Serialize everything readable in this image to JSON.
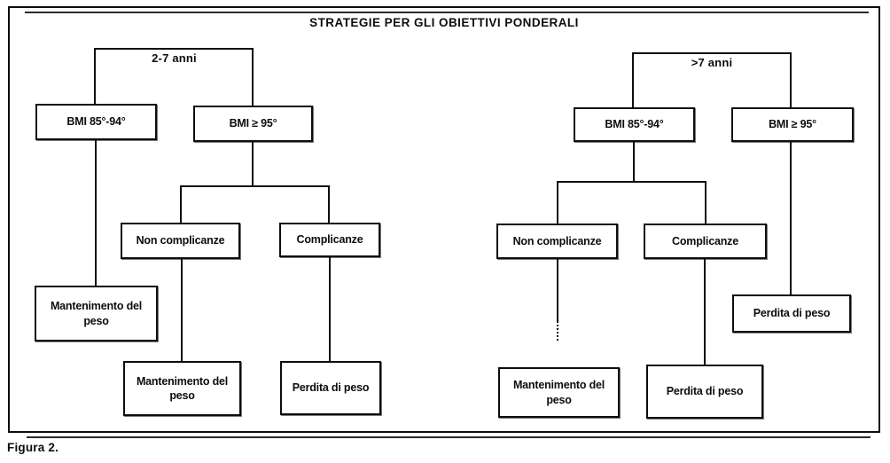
{
  "title": "STRATEGIE PER GLI OBIETTIVI PONDERALI",
  "caption": "Figura 2.",
  "colors": {
    "ink": "#0d0d0d",
    "paper": "#ffffff"
  },
  "trees": [
    {
      "age_label": "2-7 anni",
      "nodes": {
        "bmi_85_94": "BMI 85°-94°",
        "bmi_ge_95": "BMI ≥ 95°",
        "non_complicanze": "Non complicanze",
        "complicanze": "Complicanze",
        "outcome_bmi_85_94": "Mantenimento del peso",
        "outcome_non_complicanze": "Mantenimento del peso",
        "outcome_complicanze": "Perdita di peso"
      }
    },
    {
      "age_label": ">7 anni",
      "nodes": {
        "bmi_85_94": "BMI 85°-94°",
        "bmi_ge_95": "BMI ≥ 95°",
        "non_complicanze": "Non complicanze",
        "complicanze": "Complicanze",
        "outcome_non_complicanze": "Mantenimento del peso",
        "outcome_complicanze": "Perdita di peso",
        "outcome_bmi_ge_95": "Perdita di peso"
      }
    }
  ]
}
